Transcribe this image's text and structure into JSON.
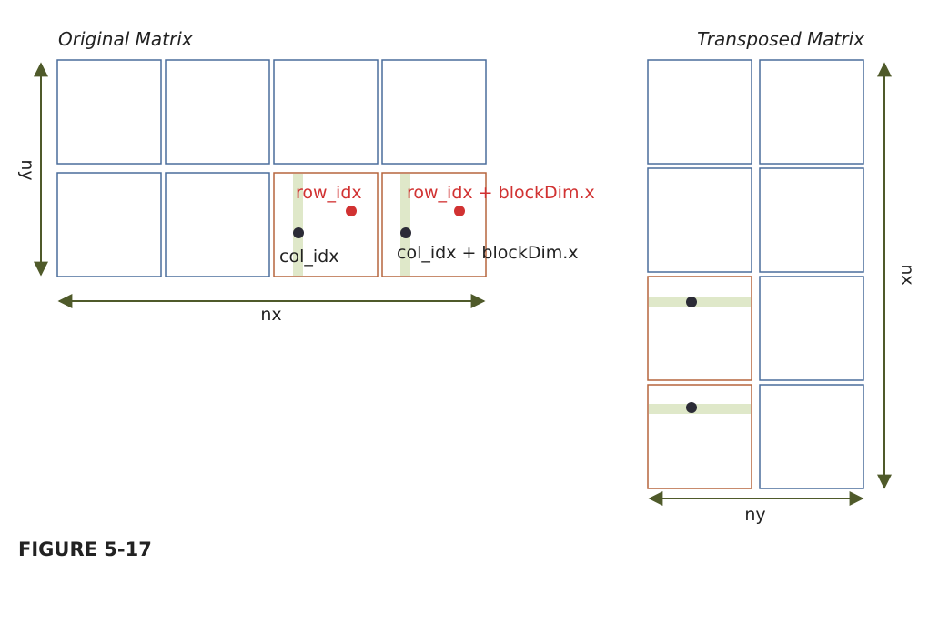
{
  "figure_label": "FIGURE 5-17",
  "original": {
    "title": "Original Matrix",
    "dim_vertical": "ny",
    "dim_horizontal": "nx",
    "row_idx_label": "row_idx",
    "row_idx_offset_label": "row_idx + blockDim.x",
    "col_idx_label": "col_idx",
    "col_idx_offset_label": "col_idx + blockDim.x"
  },
  "transposed": {
    "title": "Transposed Matrix",
    "dim_vertical": "nx",
    "dim_horizontal": "ny"
  },
  "colors": {
    "block_border": "#4a6d9c",
    "highlight_border": "#b5653d",
    "stripe": "#dfe8c9",
    "arrow": "#4f5a2a",
    "row_dot": "#d13232",
    "col_dot": "#2b2b36",
    "red_text": "#d13232"
  }
}
